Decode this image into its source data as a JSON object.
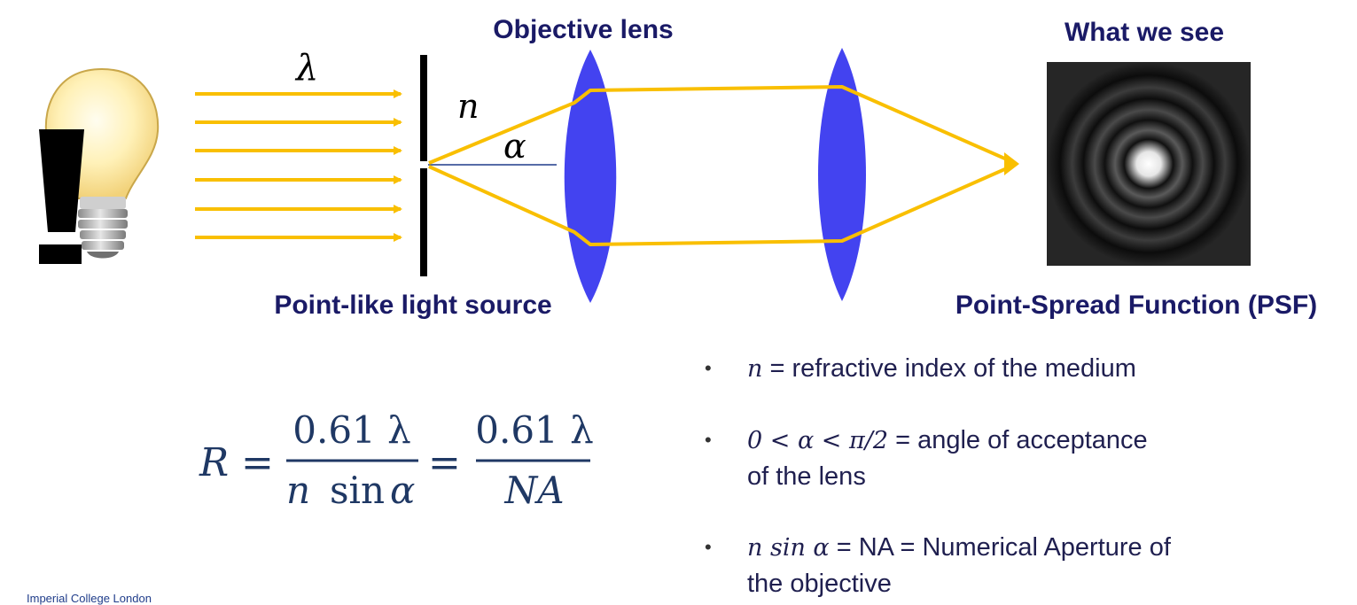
{
  "labels": {
    "objective_lens": "Objective lens",
    "what_we_see": "What we see",
    "point_source": "Point-like light source",
    "psf": "Point-Spread Function (PSF)",
    "lambda": "λ",
    "n": "n",
    "alpha": "α"
  },
  "equation": {
    "lhs": "R",
    "equals": "=",
    "num1": "0.61 λ",
    "den1_n": "n",
    "den1_sin": "sin",
    "den1_alpha": "α",
    "num2": "0.61 λ",
    "den2": "NA"
  },
  "bullets": [
    {
      "symbol": "•",
      "math": "n",
      "text": " = refractive index of the medium",
      "cont": ""
    },
    {
      "symbol": "•",
      "math": "0 < α < π/2",
      "text": " = angle of acceptance",
      "cont": "of the lens"
    },
    {
      "symbol": "•",
      "math": "n sin α",
      "text": " = NA = Numerical Aperture of",
      "cont": "the objective"
    }
  ],
  "footer": "Imperial College London",
  "colors": {
    "ray": "#f9bf00",
    "lens": "#4343f0",
    "title": "#1a1a66",
    "equation": "#1f3864",
    "slit": "#000000"
  },
  "icons": {
    "bulb": "light-bulb-icon",
    "warning": "exclamation-icon"
  }
}
